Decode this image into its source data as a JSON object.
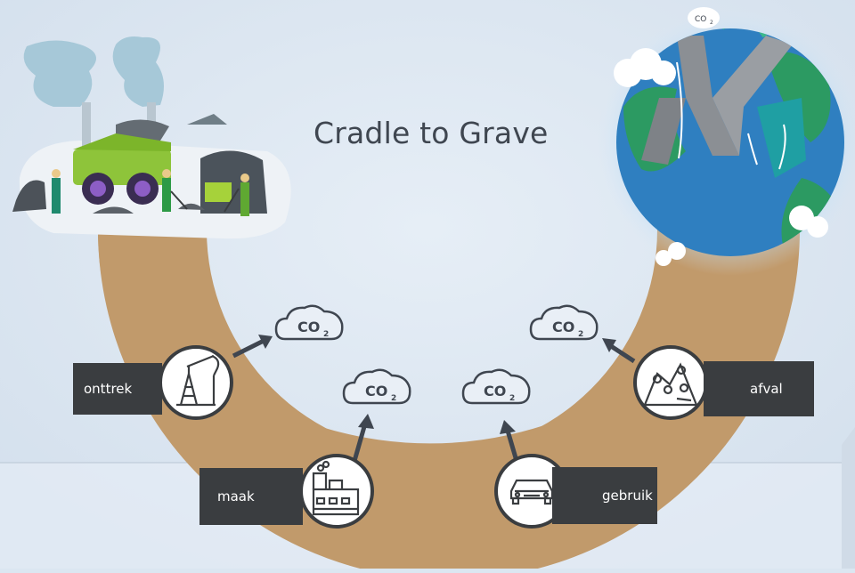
{
  "title": "Cradle to Grave",
  "stages": {
    "extract": "onttrek",
    "make": "maak",
    "use": "gebruik",
    "waste": "afval"
  },
  "emissions": {
    "label_main": "CO",
    "label_sub": "2"
  },
  "icons": {
    "extract": "oil-pump-icon",
    "make": "factory-icon",
    "use": "car-icon",
    "waste": "waste-pile-icon",
    "emission": "co2-cloud-icon"
  },
  "colors": {
    "arc": "#c19a6b",
    "label_bg": "#3a3d40",
    "background": "#dbe6f1",
    "earth_ocean": "#2f7fc0",
    "earth_land": "#2c9a62"
  }
}
